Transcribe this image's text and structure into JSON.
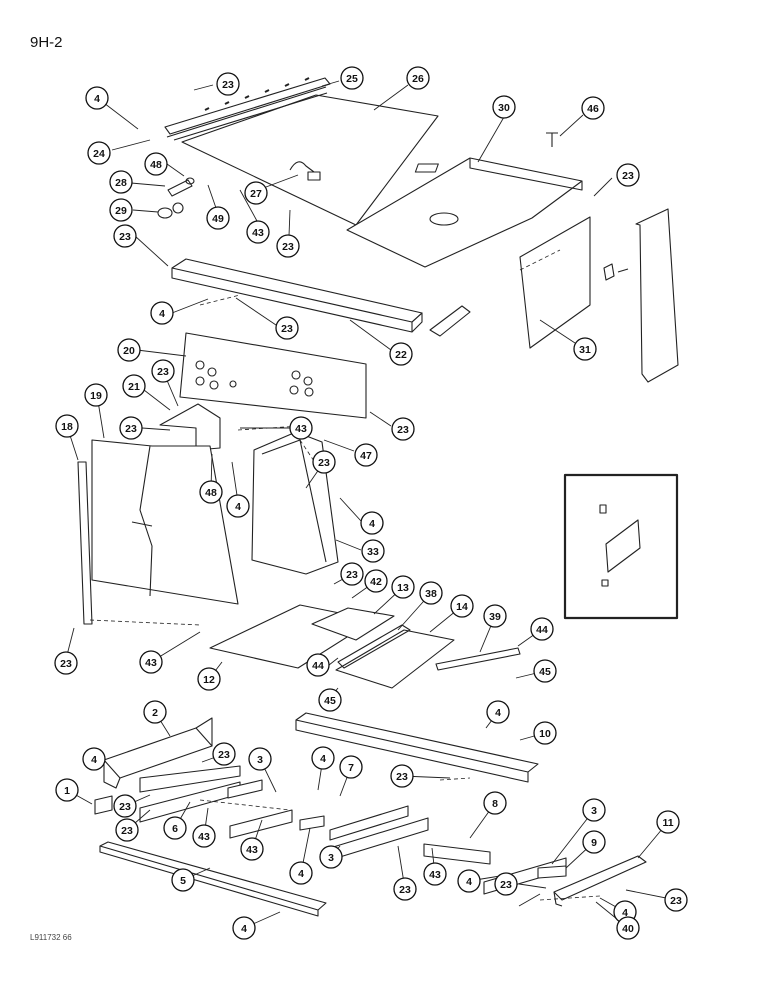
{
  "page_label": "9H-2",
  "doc_code": "L911732 66",
  "callouts": [
    {
      "id": "c1",
      "text": "23"
    },
    {
      "id": "c2",
      "text": "25"
    },
    {
      "id": "c3",
      "text": "26"
    },
    {
      "id": "c4",
      "text": "4"
    },
    {
      "id": "c5",
      "text": "24"
    },
    {
      "id": "c6",
      "text": "48"
    },
    {
      "id": "c7",
      "text": "28"
    },
    {
      "id": "c8",
      "text": "29"
    },
    {
      "id": "c9",
      "text": "27"
    },
    {
      "id": "c10",
      "text": "49"
    },
    {
      "id": "c11",
      "text": "43"
    },
    {
      "id": "c12",
      "text": "23"
    },
    {
      "id": "c13",
      "text": "30"
    },
    {
      "id": "c14",
      "text": "46"
    },
    {
      "id": "c15",
      "text": "23"
    },
    {
      "id": "c16",
      "text": "23"
    },
    {
      "id": "c17",
      "text": "4"
    },
    {
      "id": "c18",
      "text": "23"
    },
    {
      "id": "c19",
      "text": "22"
    },
    {
      "id": "c20",
      "text": "31"
    },
    {
      "id": "c21",
      "text": "20"
    },
    {
      "id": "c22",
      "text": "21"
    },
    {
      "id": "c23",
      "text": "23"
    },
    {
      "id": "c24",
      "text": "19"
    },
    {
      "id": "c25",
      "text": "18"
    },
    {
      "id": "c26",
      "text": "23"
    },
    {
      "id": "c27",
      "text": "43"
    },
    {
      "id": "c28",
      "text": "23"
    },
    {
      "id": "c29",
      "text": "47"
    },
    {
      "id": "c30",
      "text": "48"
    },
    {
      "id": "c31",
      "text": "4"
    },
    {
      "id": "c32",
      "text": "23"
    },
    {
      "id": "c33",
      "text": "4"
    },
    {
      "id": "c34",
      "text": "33"
    },
    {
      "id": "c35",
      "text": "23"
    },
    {
      "id": "c36",
      "text": "42"
    },
    {
      "id": "c37",
      "text": "13"
    },
    {
      "id": "c38",
      "text": "38"
    },
    {
      "id": "c39",
      "text": "14"
    },
    {
      "id": "c40",
      "text": "39"
    },
    {
      "id": "c41",
      "text": "44"
    },
    {
      "id": "c42",
      "text": "45"
    },
    {
      "id": "c43",
      "text": "44"
    },
    {
      "id": "c44",
      "text": "45"
    },
    {
      "id": "c45",
      "text": "12"
    },
    {
      "id": "c46",
      "text": "23"
    },
    {
      "id": "c47",
      "text": "43"
    },
    {
      "id": "c48",
      "text": "2"
    },
    {
      "id": "c49",
      "text": "4"
    },
    {
      "id": "c50",
      "text": "10"
    },
    {
      "id": "c51",
      "text": "4"
    },
    {
      "id": "c52",
      "text": "23"
    },
    {
      "id": "c53",
      "text": "3"
    },
    {
      "id": "c54",
      "text": "4"
    },
    {
      "id": "c55",
      "text": "7"
    },
    {
      "id": "c56",
      "text": "23"
    },
    {
      "id": "c57",
      "text": "1"
    },
    {
      "id": "c58",
      "text": "23"
    },
    {
      "id": "c59",
      "text": "6"
    },
    {
      "id": "c60",
      "text": "43"
    },
    {
      "id": "c61",
      "text": "23"
    },
    {
      "id": "c62",
      "text": "8"
    },
    {
      "id": "c63",
      "text": "43"
    },
    {
      "id": "c64",
      "text": "4"
    },
    {
      "id": "c65",
      "text": "3"
    },
    {
      "id": "c66",
      "text": "23"
    },
    {
      "id": "c67",
      "text": "43"
    },
    {
      "id": "c68",
      "text": "3"
    },
    {
      "id": "c69",
      "text": "9"
    },
    {
      "id": "c70",
      "text": "11"
    },
    {
      "id": "c71",
      "text": "5"
    },
    {
      "id": "c72",
      "text": "4"
    },
    {
      "id": "c73",
      "text": "4"
    },
    {
      "id": "c74",
      "text": "23"
    },
    {
      "id": "c75",
      "text": "4"
    },
    {
      "id": "c76",
      "text": "23"
    },
    {
      "id": "c77",
      "text": "40"
    }
  ]
}
